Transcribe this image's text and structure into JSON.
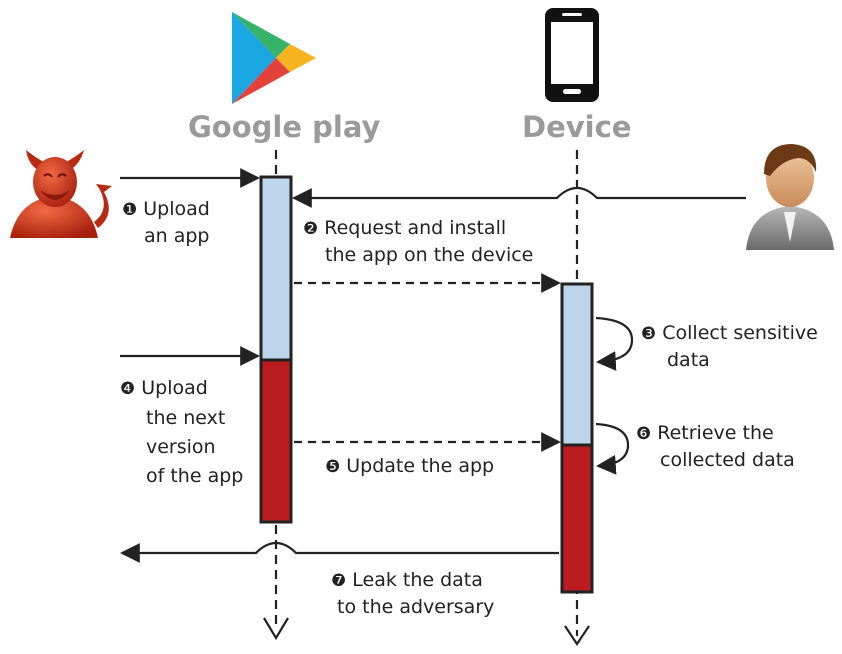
{
  "lifelines": {
    "store": {
      "label": "Google play",
      "icon": "google-play-icon"
    },
    "device": {
      "label": "Device",
      "icon": "smartphone-icon"
    }
  },
  "actors": {
    "attacker": {
      "icon": "devil-attacker-icon"
    },
    "user": {
      "icon": "user-person-icon"
    }
  },
  "steps": [
    {
      "num": "❶",
      "lines": [
        "Upload",
        "an app"
      ]
    },
    {
      "num": "❷",
      "lines": [
        "Request and install",
        "the app on the device"
      ]
    },
    {
      "num": "❸",
      "lines": [
        "Collect sensitive",
        "data"
      ]
    },
    {
      "num": "❹",
      "lines": [
        "Upload",
        "the next",
        "version",
        "of the app"
      ]
    },
    {
      "num": "❺",
      "lines": [
        "Update the app"
      ]
    },
    {
      "num": "❻",
      "lines": [
        "Retrieve the",
        "collected data"
      ]
    },
    {
      "num": "❼",
      "lines": [
        "Leak the data",
        "to the adversary"
      ]
    }
  ],
  "colors": {
    "benign_activation": "#bcd5ea",
    "malicious_activation": "#bb1c20",
    "label_gray": "#9a9a9a",
    "line": "#222222"
  }
}
